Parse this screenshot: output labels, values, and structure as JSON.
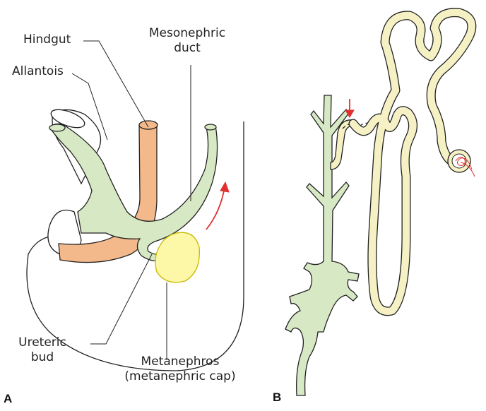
{
  "panel_a": {
    "letter": "A",
    "labels": {
      "hindgut": "Hindgut",
      "allantois": "Allantois",
      "mesonephric_duct": [
        "Mesonephric",
        "duct"
      ],
      "ureteric_bud": [
        "Ureteric",
        "bud"
      ],
      "metanephros": [
        "Metanephros",
        "(metanephric cap)"
      ]
    }
  },
  "panel_b": {
    "letter": "B"
  },
  "colors": {
    "green_fill": "#d7e8c4",
    "orange_fill": "#f4b98a",
    "yellow_fill": "#fdf7a8",
    "tubule_fill": "#f6f1c4",
    "arrow_red": "#e03030",
    "outline": "#222222"
  }
}
